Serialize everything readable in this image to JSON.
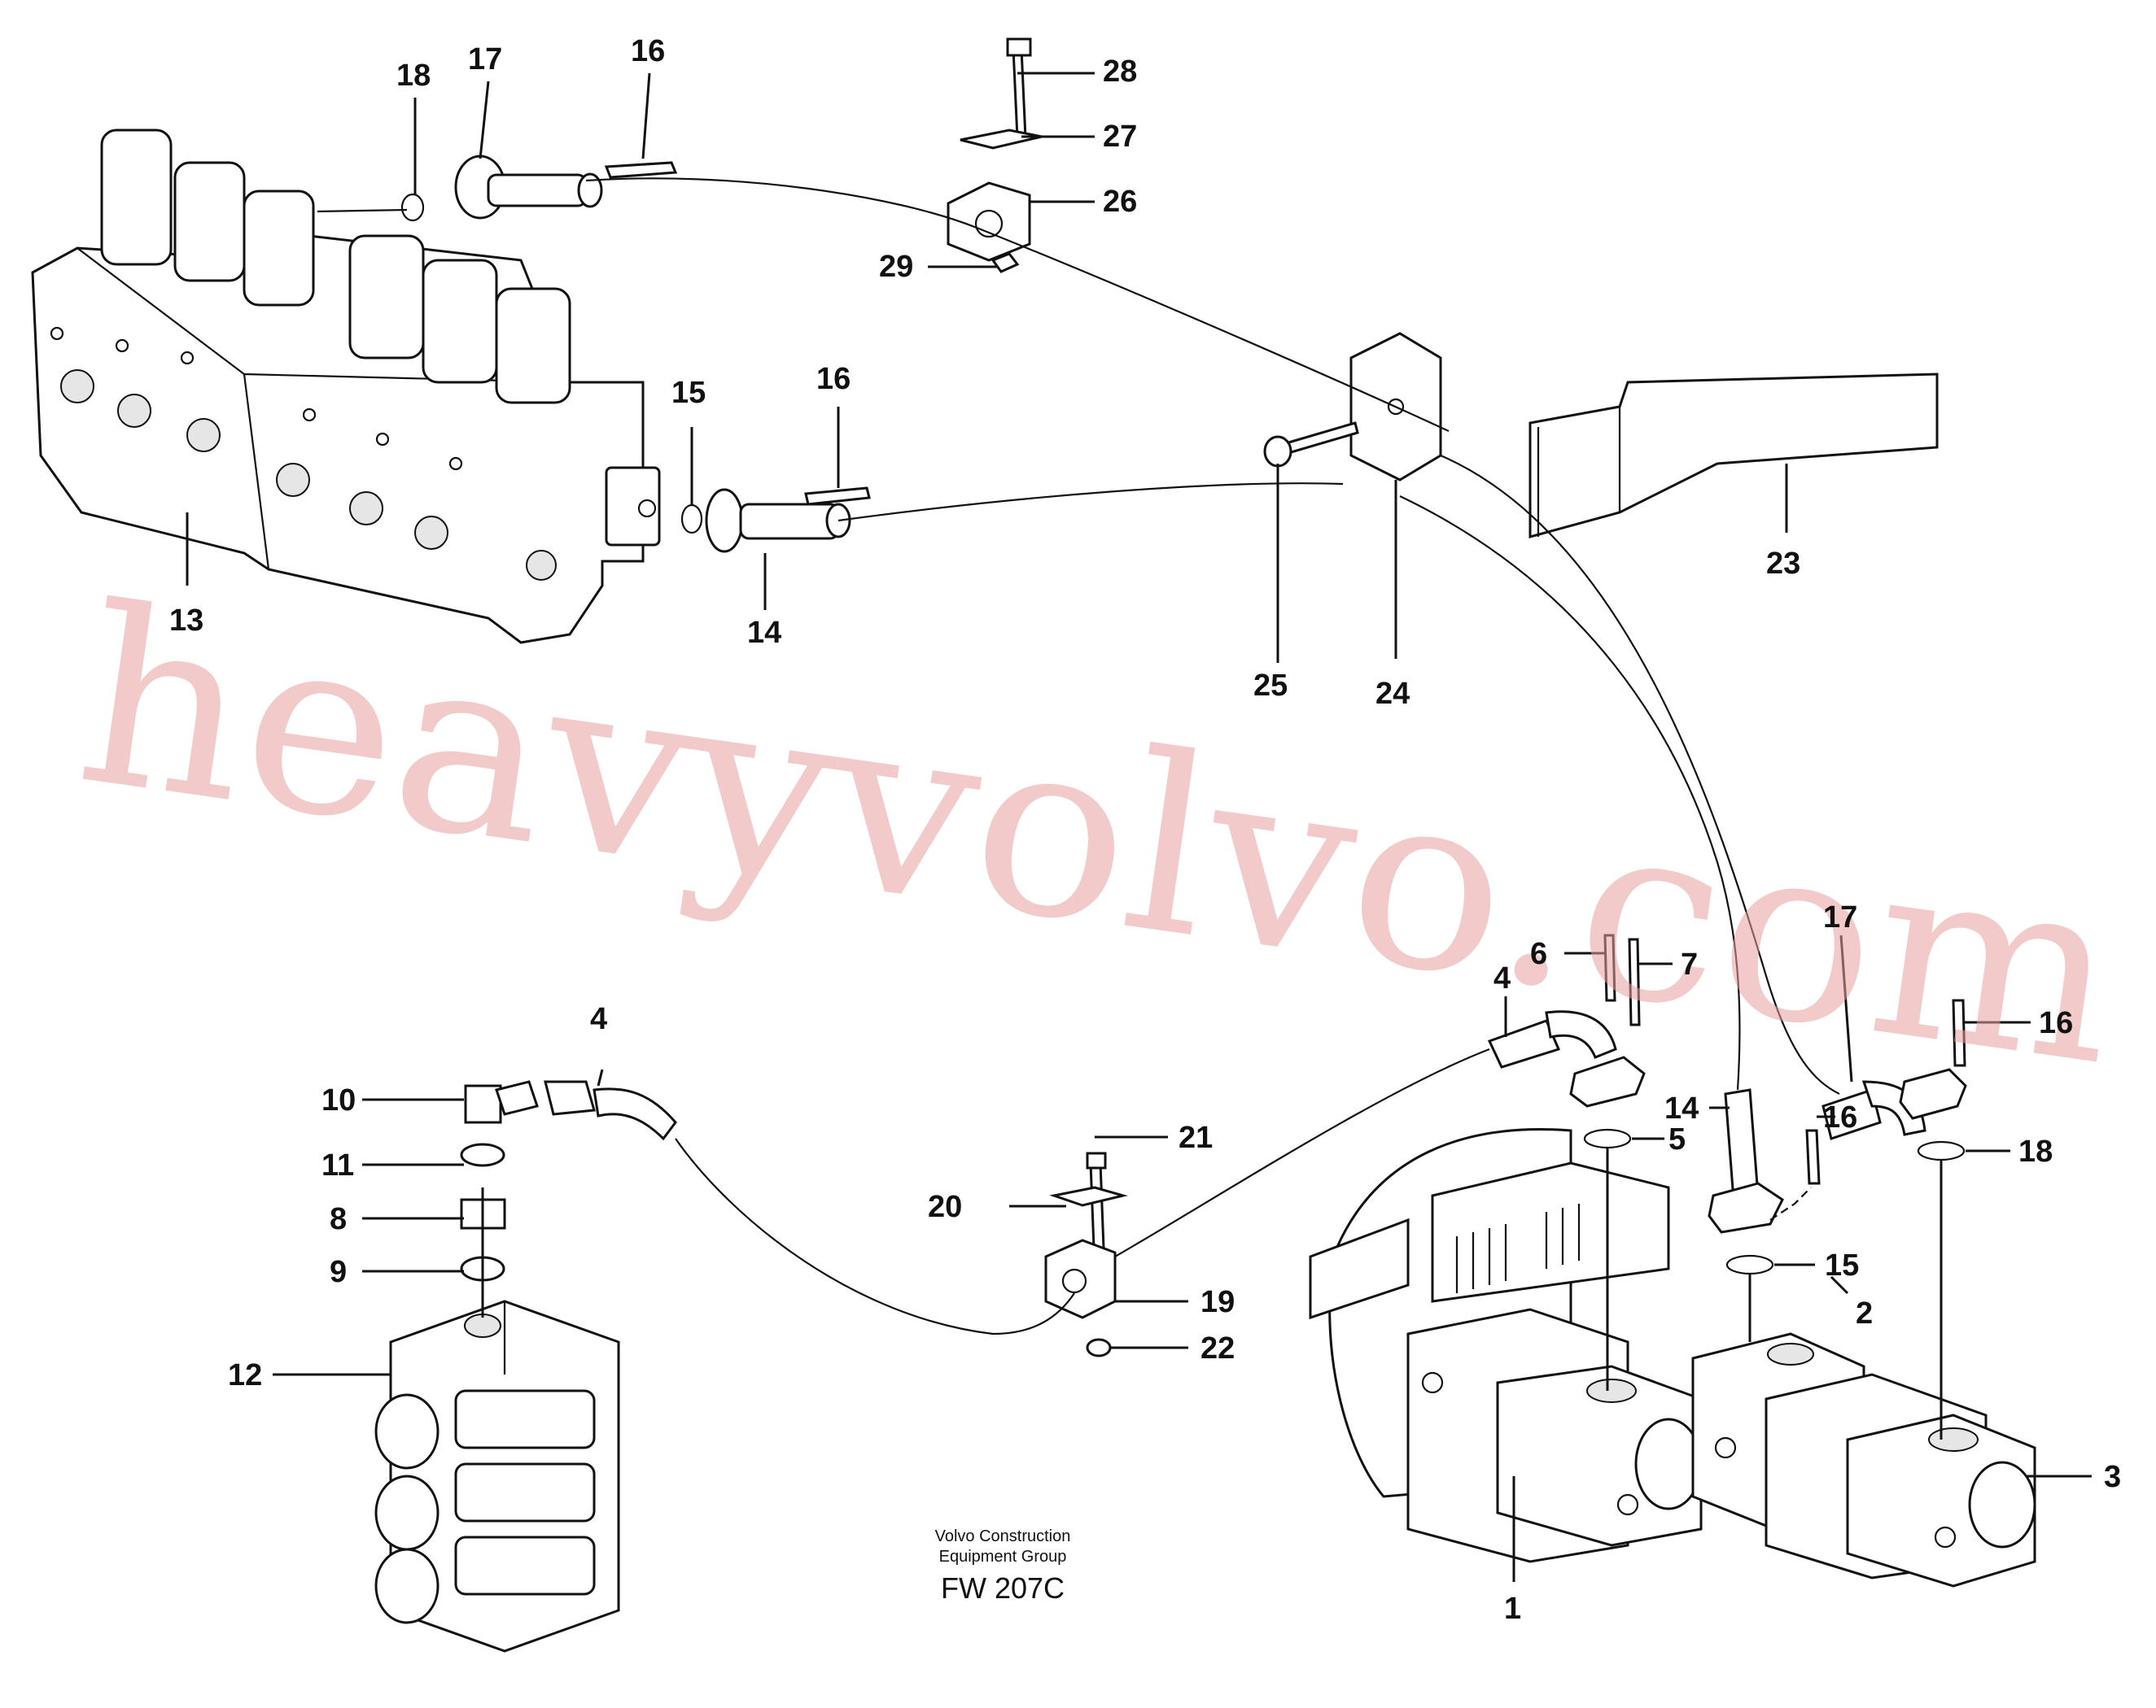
{
  "watermark": "heavyvolvo.com",
  "footer": {
    "line1": "Volvo Construction",
    "line2": "Equipment Group",
    "code": "FW 207C"
  },
  "labels": {
    "l1": "1",
    "l2": "2",
    "l3": "3",
    "l4a": "4",
    "l4b": "4",
    "l5": "5",
    "l6": "6",
    "l7": "7",
    "l8": "8",
    "l9": "9",
    "l10": "10",
    "l11": "11",
    "l12": "12",
    "l13": "13",
    "l14a": "14",
    "l14b": "14",
    "l15a": "15",
    "l15b": "15",
    "l16a": "16",
    "l16b": "16",
    "l16c": "16",
    "l16d": "16",
    "l17a": "17",
    "l17b": "17",
    "l18a": "18",
    "l18b": "18",
    "l19": "19",
    "l20": "20",
    "l21": "21",
    "l22": "22",
    "l23": "23",
    "l24": "24",
    "l25": "25",
    "l26": "26",
    "l27": "27",
    "l28": "28",
    "l29": "29"
  }
}
